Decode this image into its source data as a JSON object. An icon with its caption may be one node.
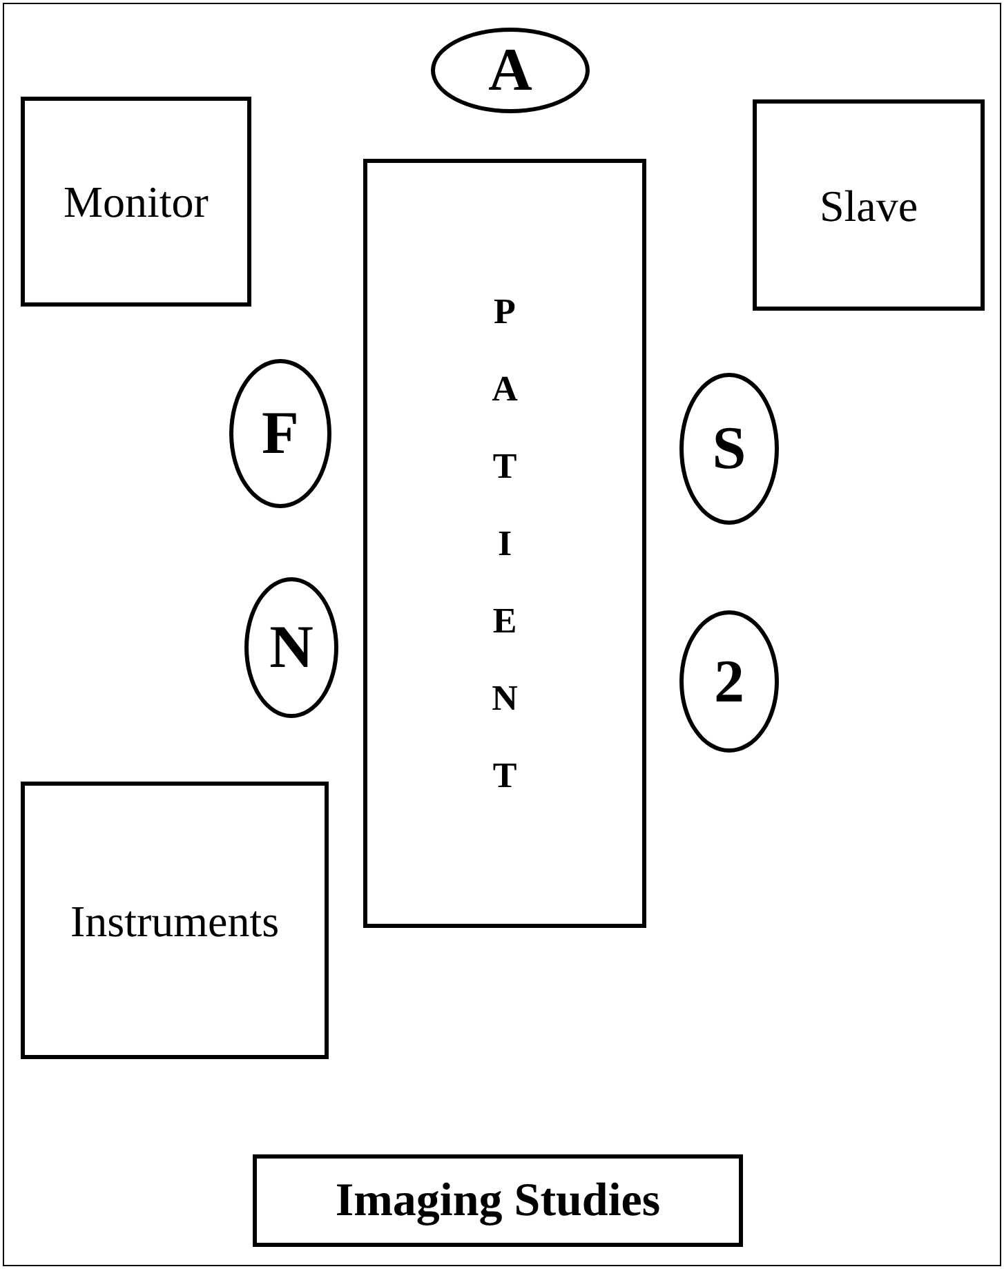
{
  "diagram": {
    "nodes": [
      {
        "text": [
          "A"
        ]
      },
      {
        "text": [
          "Monitor"
        ]
      },
      {
        "text": [
          "PATIENT"
        ]
      },
      {
        "text": [
          "Slave"
        ]
      },
      {
        "text": [
          "F"
        ]
      },
      {
        "text": [
          "S"
        ]
      },
      {
        "text": [
          "N"
        ]
      },
      {
        "text": [
          "2"
        ]
      },
      {
        "text": [
          "Instruments"
        ]
      },
      {
        "text": [
          "Imaging Studies"
        ]
      }
    ]
  }
}
